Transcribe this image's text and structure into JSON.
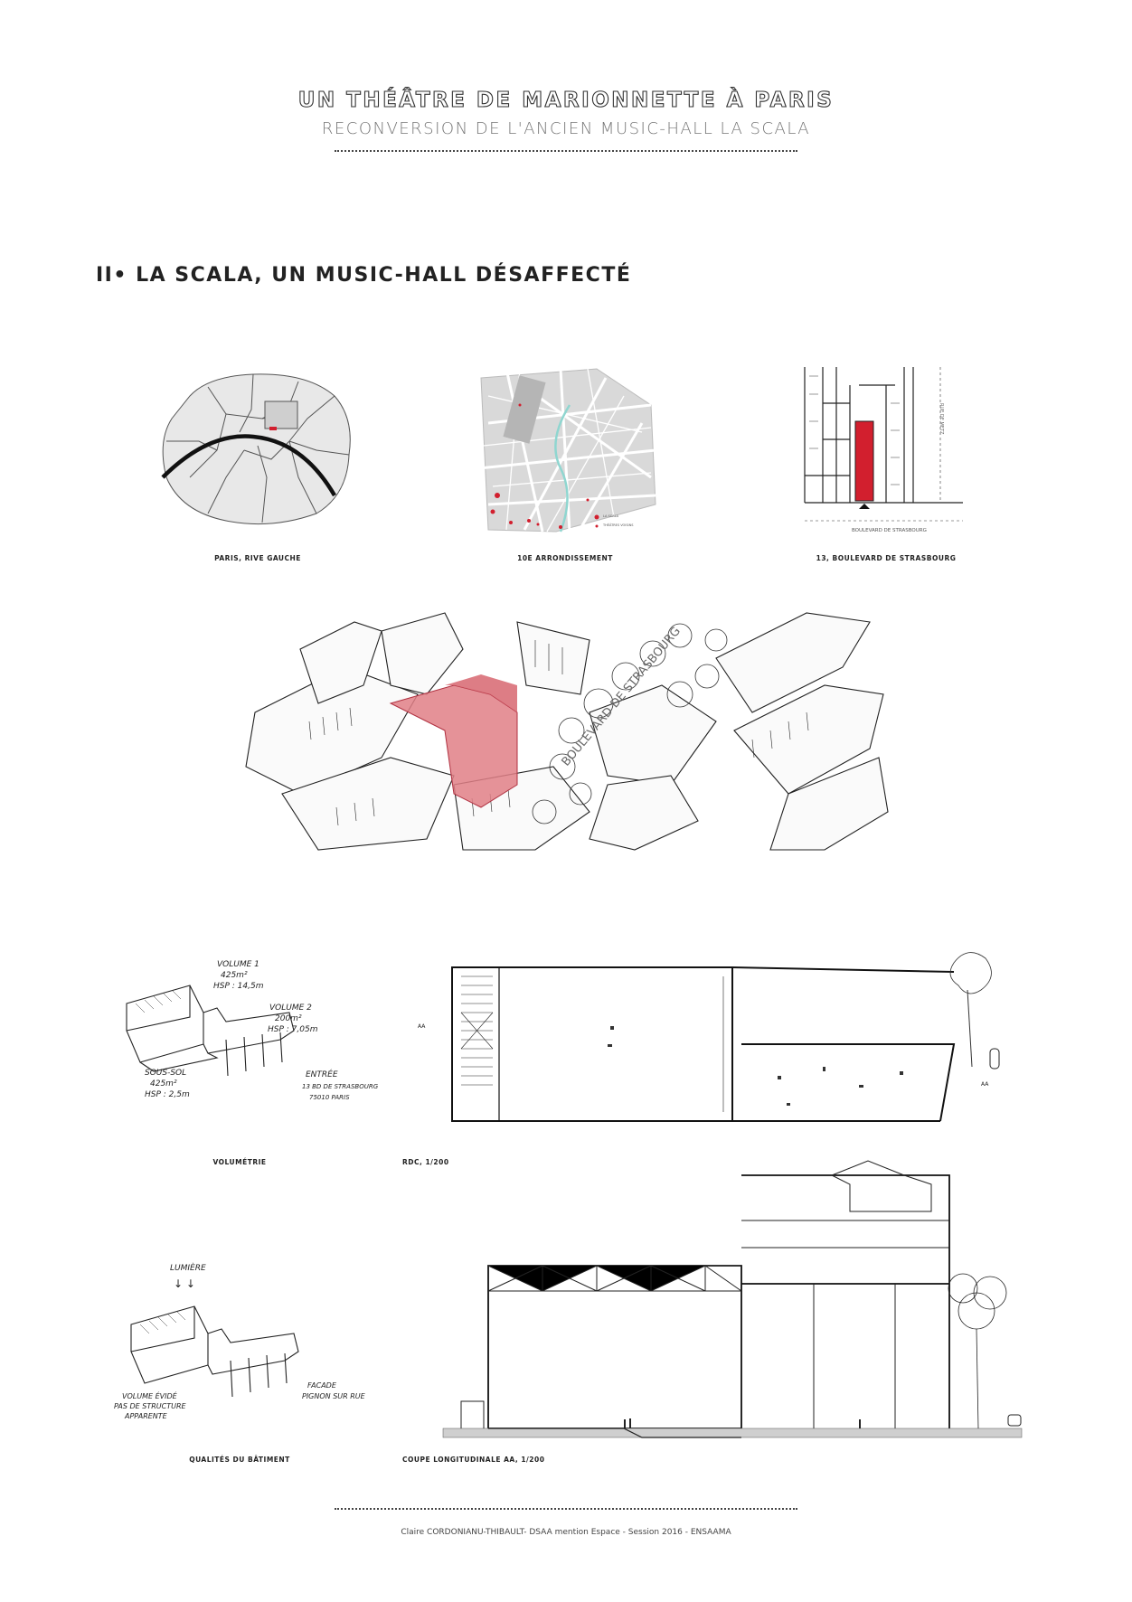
{
  "header": {
    "title": "UN THÉÂTRE DE MARIONNETTE À PARIS",
    "subtitle": "RECONVERSION DE L'ANCIEN MUSIC-HALL LA SCALA"
  },
  "section": {
    "title": "II• LA SCALA, UN MUSIC-HALL DÉSAFFECTÉ"
  },
  "maps": {
    "paris_caption": "PARIS, RIVE GAUCHE",
    "arrondissement_caption": "10E ARRONDISSEMENT",
    "site_caption": "13, BOULEVARD DE STRASBOURG",
    "site_street_label": "BOULEVARD DE STRASBOURG",
    "site_side_street": "RUE DE METZ",
    "legend_item_1": "LA SCALA",
    "legend_item_2": "THÉÂTRES VOISINS"
  },
  "aerial": {
    "street_label": "BOULEVARD DE STRASBOURG"
  },
  "volumetrie": {
    "caption": "VOLUMÉTRIE",
    "volume1_line1": "VOLUME 1",
    "volume1_line2": "425m²",
    "volume1_line3": "HSP : 14,5m",
    "volume2_line1": "VOLUME 2",
    "volume2_line2": "200m²",
    "volume2_line3": "HSP : 7,05m",
    "soussol_line1": "SOUS-SOL",
    "soussol_line2": "425m²",
    "soussol_line3": "HSP : 2,5m",
    "entree_line1": "ENTRÉE",
    "entree_line2": "13 BD DE STRASBOURG",
    "entree_line3": "75010 PARIS"
  },
  "rdc": {
    "caption": "RDC, 1/200",
    "marker_left": "AA",
    "marker_right": "AA"
  },
  "qualites": {
    "caption": "QUALITÉS DU BÂTIMENT",
    "lumiere": "LUMIÈRE",
    "volume_line1": "VOLUME ÉVIDÉ",
    "volume_line2": "PAS DE STRUCTURE",
    "volume_line3": "APPARENTE",
    "facade_line1": "FACADE",
    "facade_line2": "PIGNON SUR RUE"
  },
  "coupe": {
    "caption": "COUPE LONGITUDINALE AA, 1/200"
  },
  "footer": {
    "credits": "Claire CORDONIANU-THIBAULT- DSAA mention Espace - Session 2016 - ENSAAMA"
  },
  "colors": {
    "accent_red": "#d21f2e",
    "highlight_pink": "#e07f86",
    "map_fill": "#e9e9e9",
    "canal": "#8fd6d0"
  }
}
